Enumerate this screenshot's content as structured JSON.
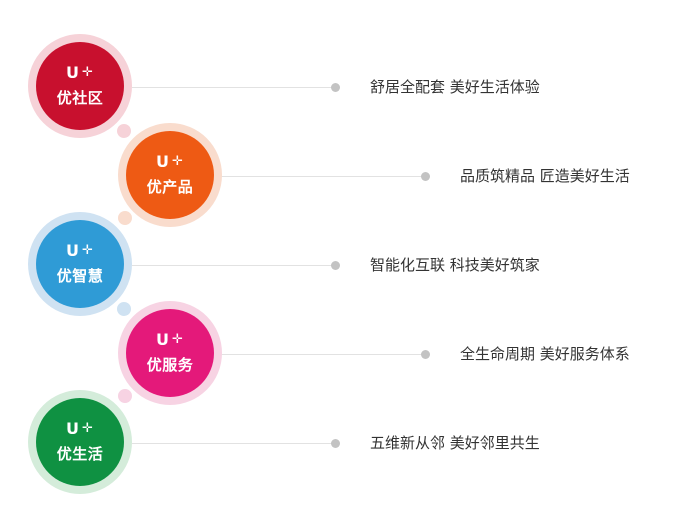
{
  "items": [
    {
      "logo": "U",
      "spark": "✛",
      "brand": "优社区",
      "slogan": "舒居全配套  美好生活体验",
      "color": "#c8102e",
      "halo": "#f6d2d8"
    },
    {
      "logo": "U",
      "spark": "✛",
      "brand": "优产品",
      "slogan": "品质筑精品  匠造美好生活",
      "color": "#ee5a14",
      "halo": "#f9dccd"
    },
    {
      "logo": "U",
      "spark": "✛",
      "brand": "优智慧",
      "slogan": "智能化互联  科技美好筑家",
      "color": "#2f9bd6",
      "halo": "#cfe2f2"
    },
    {
      "logo": "U",
      "spark": "✛",
      "brand": "优服务",
      "slogan": "全生命周期  美好服务体系",
      "color": "#e4197a",
      "halo": "#f7d3e3"
    },
    {
      "logo": "U",
      "spark": "✛",
      "brand": "优生活",
      "slogan": "五维新从邻  美好邻里共生",
      "color": "#0f9142",
      "halo": "#d4ecda"
    }
  ]
}
